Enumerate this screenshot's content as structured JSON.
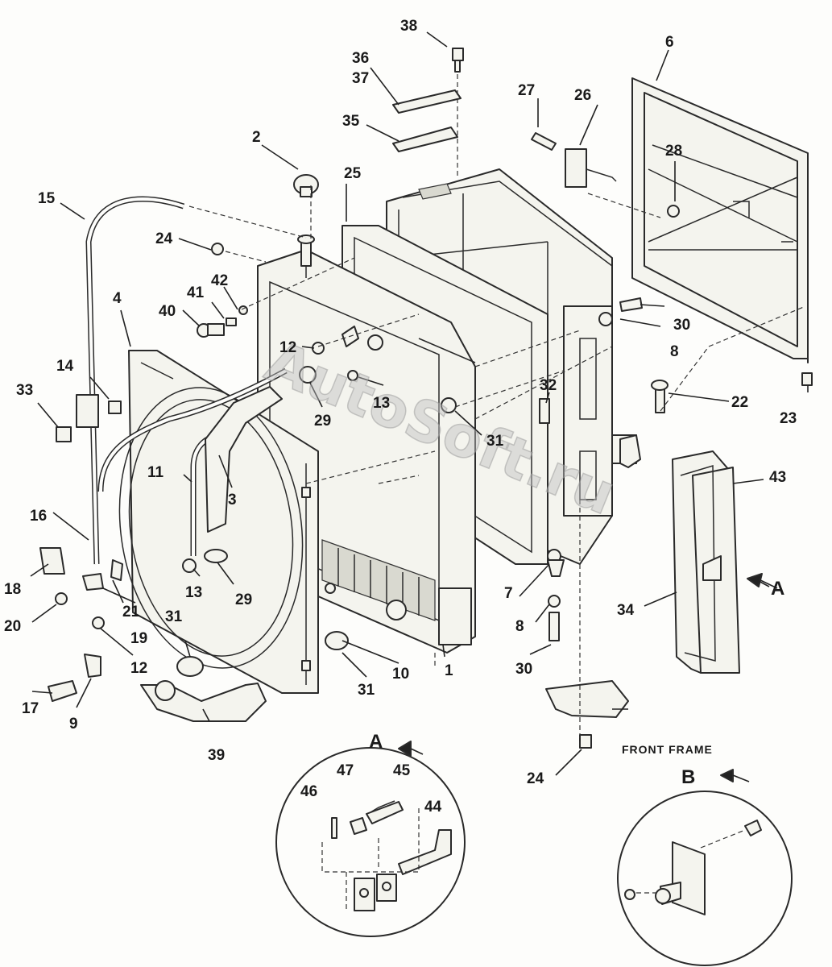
{
  "callouts": [
    {
      "id": "c1",
      "label": "1"
    },
    {
      "id": "c2",
      "label": "2"
    },
    {
      "id": "c3",
      "label": "3"
    },
    {
      "id": "c4",
      "label": "4"
    },
    {
      "id": "c6",
      "label": "6"
    },
    {
      "id": "c7",
      "label": "7"
    },
    {
      "id": "c8a",
      "label": "8"
    },
    {
      "id": "c8b",
      "label": "8"
    },
    {
      "id": "c9",
      "label": "9"
    },
    {
      "id": "c10",
      "label": "10"
    },
    {
      "id": "c11",
      "label": "11"
    },
    {
      "id": "c12a",
      "label": "12"
    },
    {
      "id": "c12b",
      "label": "12"
    },
    {
      "id": "c13a",
      "label": "13"
    },
    {
      "id": "c13b",
      "label": "13"
    },
    {
      "id": "c14",
      "label": "14"
    },
    {
      "id": "c15",
      "label": "15"
    },
    {
      "id": "c16",
      "label": "16"
    },
    {
      "id": "c17",
      "label": "17"
    },
    {
      "id": "c18",
      "label": "18"
    },
    {
      "id": "c19",
      "label": "19"
    },
    {
      "id": "c20",
      "label": "20"
    },
    {
      "id": "c21",
      "label": "21"
    },
    {
      "id": "c22",
      "label": "22"
    },
    {
      "id": "c23",
      "label": "23"
    },
    {
      "id": "c24a",
      "label": "24"
    },
    {
      "id": "c24b",
      "label": "24"
    },
    {
      "id": "c25",
      "label": "25"
    },
    {
      "id": "c26",
      "label": "26"
    },
    {
      "id": "c27",
      "label": "27"
    },
    {
      "id": "c28",
      "label": "28"
    },
    {
      "id": "c29a",
      "label": "29"
    },
    {
      "id": "c29b",
      "label": "29"
    },
    {
      "id": "c30a",
      "label": "30"
    },
    {
      "id": "c30b",
      "label": "30"
    },
    {
      "id": "c31a",
      "label": "31"
    },
    {
      "id": "c31b",
      "label": "31"
    },
    {
      "id": "c31c",
      "label": "31"
    },
    {
      "id": "c32",
      "label": "32"
    },
    {
      "id": "c33",
      "label": "33"
    },
    {
      "id": "c34",
      "label": "34"
    },
    {
      "id": "c35",
      "label": "35"
    },
    {
      "id": "c36",
      "label": "36"
    },
    {
      "id": "c37",
      "label": "37"
    },
    {
      "id": "c38",
      "label": "38"
    },
    {
      "id": "c39",
      "label": "39"
    },
    {
      "id": "c40",
      "label": "40"
    },
    {
      "id": "c41",
      "label": "41"
    },
    {
      "id": "c42",
      "label": "42"
    },
    {
      "id": "c43",
      "label": "43"
    },
    {
      "id": "c44",
      "label": "44"
    },
    {
      "id": "c45",
      "label": "45"
    },
    {
      "id": "c46",
      "label": "46"
    },
    {
      "id": "c47",
      "label": "47"
    }
  ],
  "captions": {
    "front_frame": "FRONT FRAME",
    "view_a_arrow": "A",
    "view_a_title": "A",
    "view_b_title": "B"
  },
  "watermark": "AutoSoft.ru",
  "colors": {
    "line": "#2a2a2a",
    "paper": "#fdfdfb",
    "watermark": "#bfbfbf"
  }
}
